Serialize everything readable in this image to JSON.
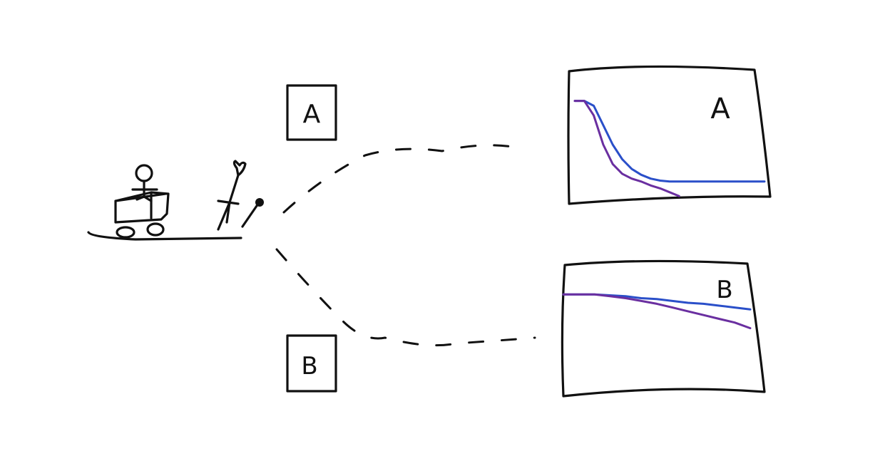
{
  "labels": {
    "box_a": "A",
    "box_b": "B",
    "chart_a": "A",
    "chart_b": "B"
  },
  "colors": {
    "ink": "#111111",
    "series_blue": "#2a4fc9",
    "series_purple": "#6a2fa0"
  },
  "chart_data": [
    {
      "type": "line",
      "title": "A",
      "series": [
        {
          "values": [
            1.0,
            1.0,
            0.95,
            0.75,
            0.55,
            0.4,
            0.3,
            0.24,
            0.2,
            0.18,
            0.17,
            0.17,
            0.17,
            0.17,
            0.17,
            0.17,
            0.17,
            0.17,
            0.17,
            0.17,
            0.17
          ],
          "color": "#2a4fc9"
        },
        {
          "values": [
            1.0,
            1.0,
            0.85,
            0.55,
            0.35,
            0.25,
            0.2,
            0.17,
            0.13,
            0.1,
            0.06,
            0.02
          ],
          "color": "#6a2fa0"
        }
      ],
      "x": [
        0,
        1,
        2,
        3,
        4,
        5,
        6,
        7,
        8,
        9,
        10,
        11,
        12,
        13,
        14,
        15,
        16,
        17,
        18,
        19,
        20
      ],
      "ylim": [
        0,
        1.1
      ]
    },
    {
      "type": "line",
      "title": "B",
      "series": [
        {
          "values": [
            1.0,
            1.0,
            1.0,
            0.99,
            0.98,
            0.96,
            0.95,
            0.93,
            0.91,
            0.9,
            0.88,
            0.86,
            0.84
          ],
          "color": "#2a4fc9"
        },
        {
          "values": [
            1.0,
            1.0,
            1.0,
            0.98,
            0.96,
            0.93,
            0.9,
            0.86,
            0.82,
            0.78,
            0.74,
            0.7,
            0.64
          ],
          "color": "#6a2fa0"
        }
      ],
      "x": [
        0,
        1,
        2,
        3,
        4,
        5,
        6,
        7,
        8,
        9,
        10,
        11,
        12
      ],
      "ylim": [
        0,
        1.1
      ]
    }
  ]
}
